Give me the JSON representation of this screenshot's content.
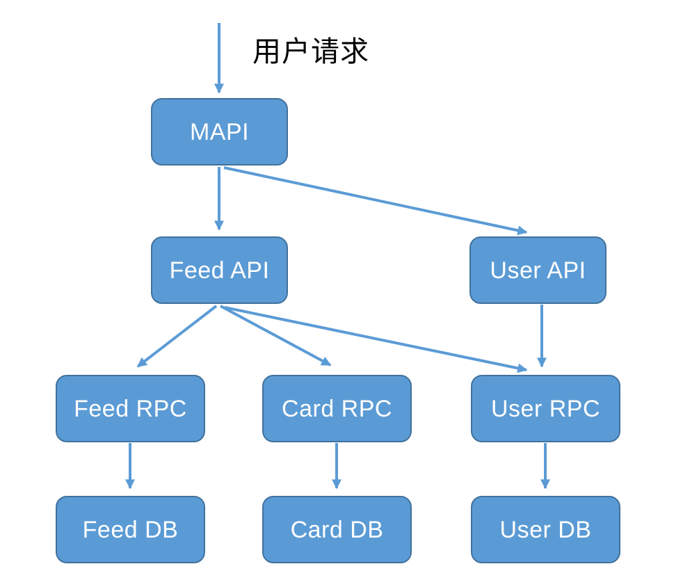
{
  "annotation": {
    "text": "用户请求"
  },
  "colors": {
    "box_fill": "#5B9BD5",
    "box_border": "#41719C",
    "arrow": "#5B9BD5",
    "box_text": "#FFFFFF",
    "annotation_text": "#000000",
    "background": "#FFFFFF"
  },
  "nodes": {
    "mapi": {
      "label": "MAPI"
    },
    "feed_api": {
      "label": "Feed API"
    },
    "user_api": {
      "label": "User API"
    },
    "feed_rpc": {
      "label": "Feed RPC"
    },
    "card_rpc": {
      "label": "Card RPC"
    },
    "user_rpc": {
      "label": "User RPC"
    },
    "feed_db": {
      "label": "Feed DB"
    },
    "card_db": {
      "label": "Card DB"
    },
    "user_db": {
      "label": "User DB"
    }
  },
  "edges": [
    {
      "from": "user-request",
      "to": "mapi"
    },
    {
      "from": "mapi",
      "to": "feed-api"
    },
    {
      "from": "mapi",
      "to": "user-api"
    },
    {
      "from": "feed-api",
      "to": "feed-rpc"
    },
    {
      "from": "feed-api",
      "to": "card-rpc"
    },
    {
      "from": "feed-api",
      "to": "user-rpc"
    },
    {
      "from": "user-api",
      "to": "user-rpc"
    },
    {
      "from": "feed-rpc",
      "to": "feed-db"
    },
    {
      "from": "card-rpc",
      "to": "card-db"
    },
    {
      "from": "user-rpc",
      "to": "user-db"
    }
  ]
}
